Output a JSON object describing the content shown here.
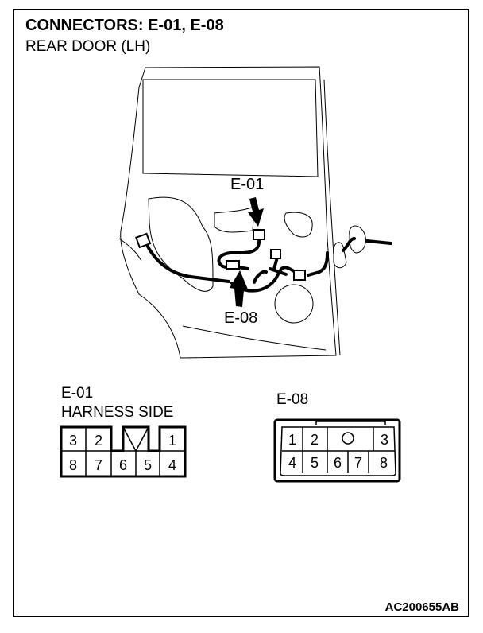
{
  "header": {
    "title": "CONNECTORS: E-01, E-08",
    "subtitle": "REAR DOOR (LH)"
  },
  "diagram": {
    "callouts": [
      {
        "label": "E-01"
      },
      {
        "label": "E-08"
      }
    ]
  },
  "connectors": {
    "e01": {
      "name": "E-01",
      "side": "HARNESS SIDE",
      "top_row": [
        "3",
        "2",
        "1"
      ],
      "bottom_row": [
        "8",
        "7",
        "6",
        "5",
        "4"
      ]
    },
    "e08": {
      "name": "E-08",
      "top_row": [
        "1",
        "2",
        "3"
      ],
      "bottom_row": [
        "4",
        "5",
        "6",
        "7",
        "8"
      ]
    }
  },
  "footer": {
    "code": "AC200655AB"
  }
}
